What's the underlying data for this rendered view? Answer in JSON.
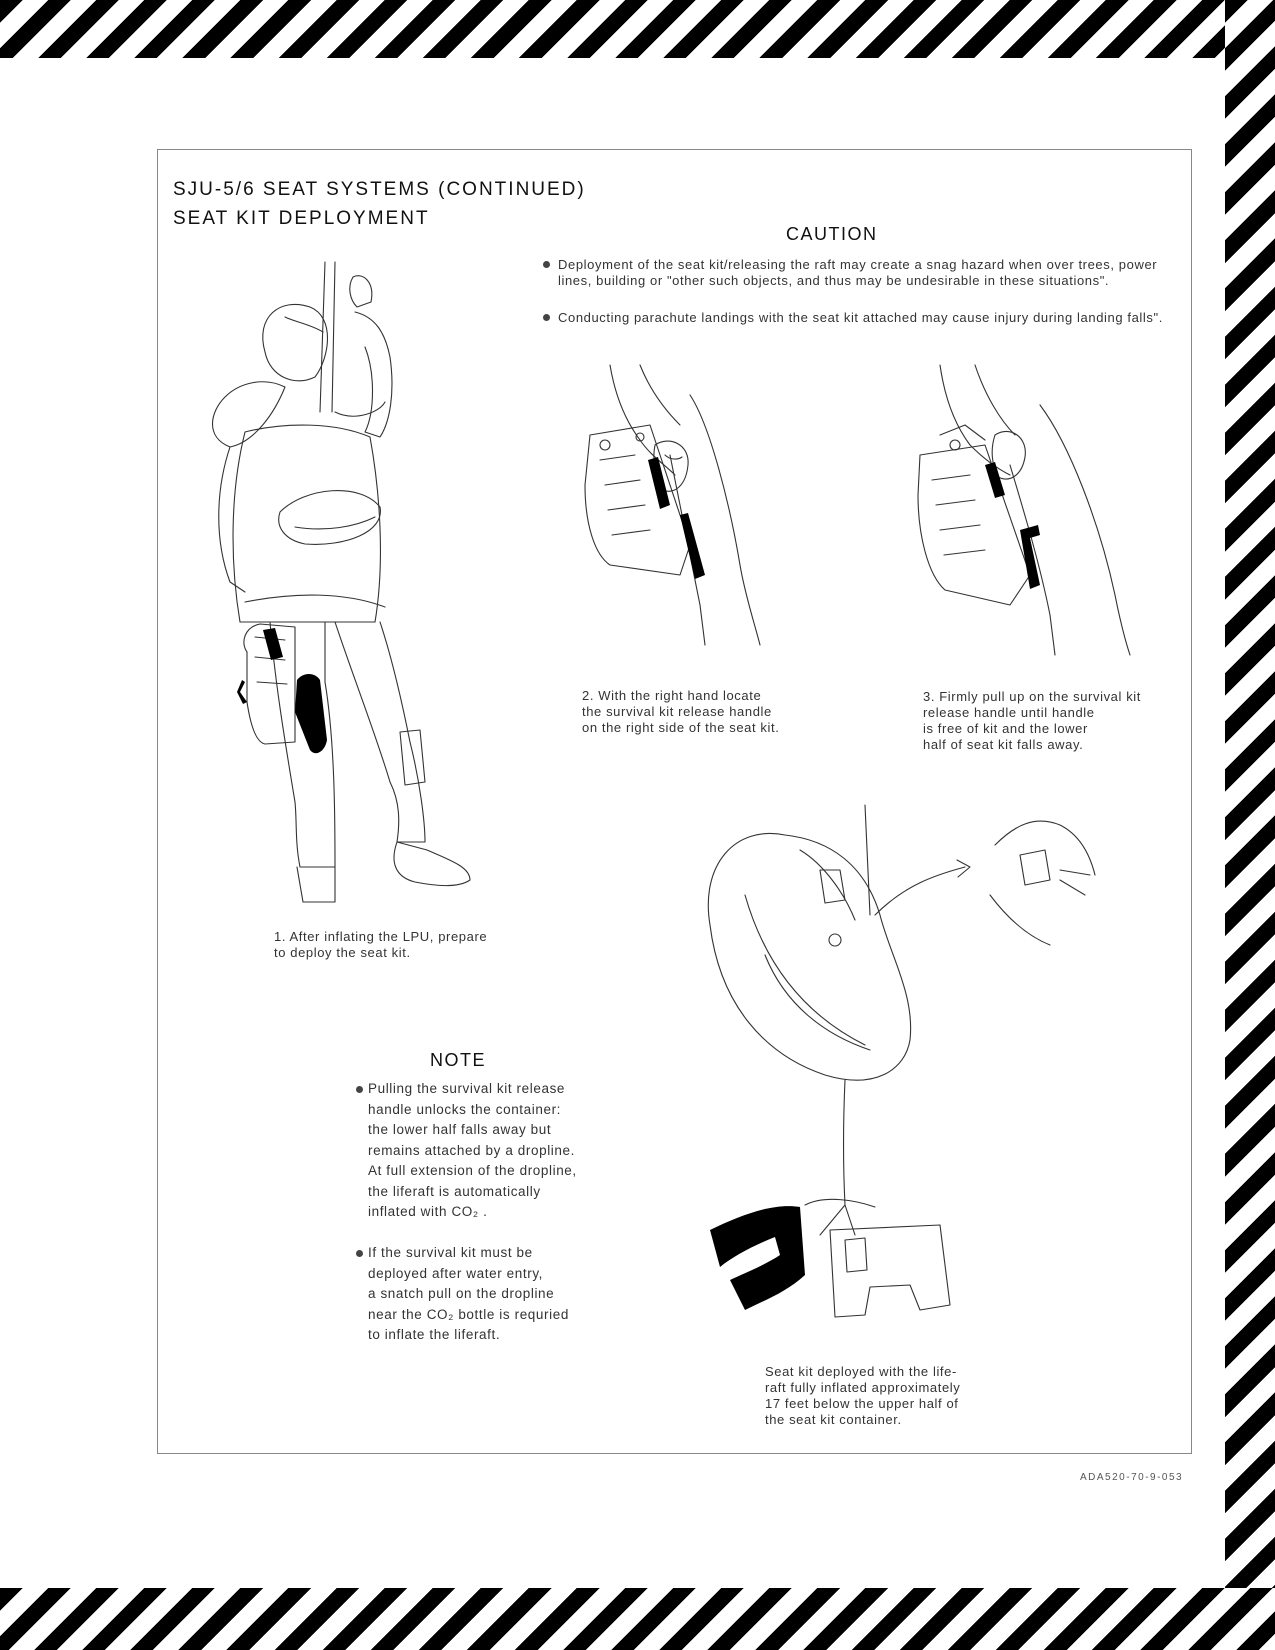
{
  "header": {
    "line1": "SJU-5/6 SEAT SYSTEMS (CONTINUED)",
    "line2": "SEAT KIT DEPLOYMENT"
  },
  "caution": {
    "title": "CAUTION",
    "items": [
      "Deployment of the seat kit/releasing the raft may create a snag hazard when over trees, power\nlines, building or \"other such objects, and thus may be undesirable in these situations\".",
      "Conducting parachute landings with the seat kit attached may cause injury during landing falls\"."
    ]
  },
  "steps": [
    {
      "caption": "1. After inflating the LPU, prepare\n     to deploy the seat kit."
    },
    {
      "caption": "2. With the right hand locate\n     the survival kit release handle\n     on the right side of the seat kit."
    },
    {
      "caption": "3. Firmly pull up on the survival kit\n     release handle until handle\n     is free of kit and the lower\n     half of seat kit falls away."
    }
  ],
  "note": {
    "title": "NOTE",
    "items": [
      "Pulling the survival kit release\nhandle unlocks the container:\nthe lower half falls away but\nremains attached by a dropline.\nAt full extension of the dropline,\nthe liferaft is automatically\ninflated with CO₂ .",
      "If the survival kit must be\ndeployed after water entry,\na snatch pull on the dropline\nnear the CO₂ bottle is requried\nto inflate the liferaft."
    ]
  },
  "raft_caption": "Seat kit deployed with the life-\nraft fully inflated approximately\n17 feet below the upper half of\nthe seat kit container.",
  "figure_id": "ADA520-70-9-053"
}
